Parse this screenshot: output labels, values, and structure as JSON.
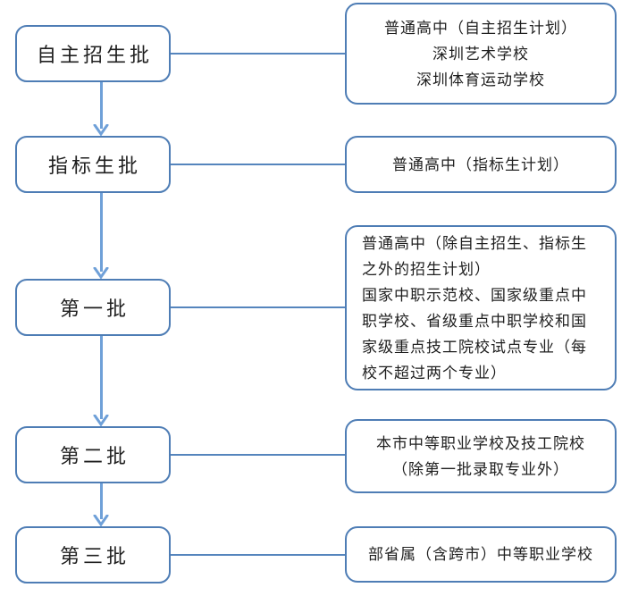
{
  "diagram": {
    "title_semantic": "中考录取批次流程图",
    "batches": [
      {
        "label": "自主招生批",
        "detail": "普通高中（自主招生计划）\n深圳艺术学校\n深圳体育运动学校"
      },
      {
        "label": "指标生批",
        "detail": "普通高中（指标生计划）"
      },
      {
        "label": "第一批",
        "detail": "普通高中（除自主招生、指标生\n之外的招生计划）\n国家中职示范校、国家级重点中\n职学校、省级重点中职学校和国\n家级重点技工院校试点专业（每\n校不超过两个专业）"
      },
      {
        "label": "第二批",
        "detail": "本市中等职业学校及技工院校\n（除第一批录取专业外）"
      },
      {
        "label": "第三批",
        "detail": "部省属（含跨市）中等职业学校"
      }
    ],
    "colors": {
      "box_border": "#4e7db5",
      "connector_line": "#5585bd",
      "arrow": "#6fa0d8",
      "text": "#1f1f1f",
      "background": "#ffffff"
    }
  }
}
